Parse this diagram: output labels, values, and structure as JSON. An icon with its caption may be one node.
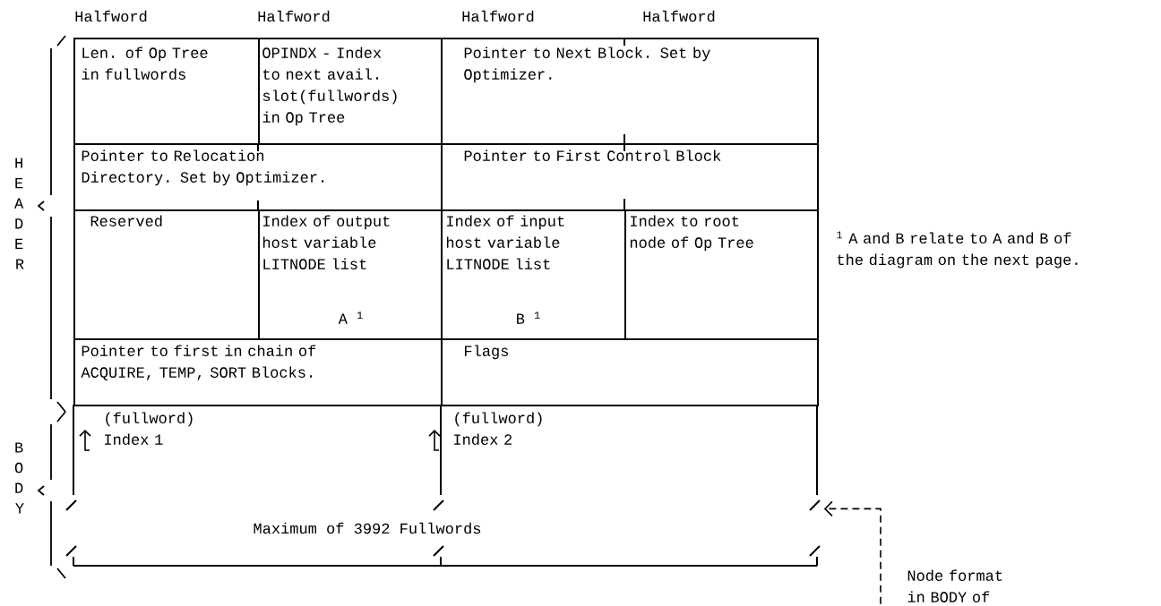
{
  "diagram": {
    "nodes": [
      {
        "text": [
          "Len. of Op Tree in fullwords"
        ]
      },
      {
        "text": [
          "OPINDX - Index to next avail. slot(fullwords) in Op Tree"
        ]
      },
      {
        "text": [
          "Pointer to Next Block.  Set by Optimizer."
        ]
      },
      {
        "text": [
          "Pointer to Relocation Directory. Set by Optimizer."
        ]
      },
      {
        "text": [
          "Pointer to First Control Block"
        ]
      },
      {
        "text": [
          "Reserved"
        ]
      },
      {
        "text": [
          "Index of output host variable LITNODE list",
          "A $^{1}$"
        ]
      },
      {
        "text": [
          "Index of input host variable LITNODE list",
          "B $^{1}$"
        ]
      },
      {
        "text": [
          "Index to root node of Op Tree"
        ]
      },
      {
        "text": [
          "Pointer to first in chain of ACQUIRE, TEMP, SORT Blocks."
        ]
      },
      {
        "text": [
          "Flags"
        ]
      },
      {
        "text": [
          "Maximum of 3992 Fullwords"
        ]
      },
      {
        "text": [
          "(fullword) Index 1"
        ],
        "in": 11
      },
      {
        "text": [
          "(fullword) Index 2"
        ],
        "in": 11
      },
      {
        "text": [
          "Node format in BODY of"
        ]
      }
    ],
    "edges": [
      {
        "from": 14,
        "to": 11,
        "arrow": "to",
        "style": "dashed"
      }
    ],
    "labels": [
      "Halfword",
      "Halfword",
      "Halfword",
      "Halfword",
      "HEADER",
      "$^{1}$ A and B relate to A and B of the diagram on the next page.",
      "BODY"
    ]
  }
}
